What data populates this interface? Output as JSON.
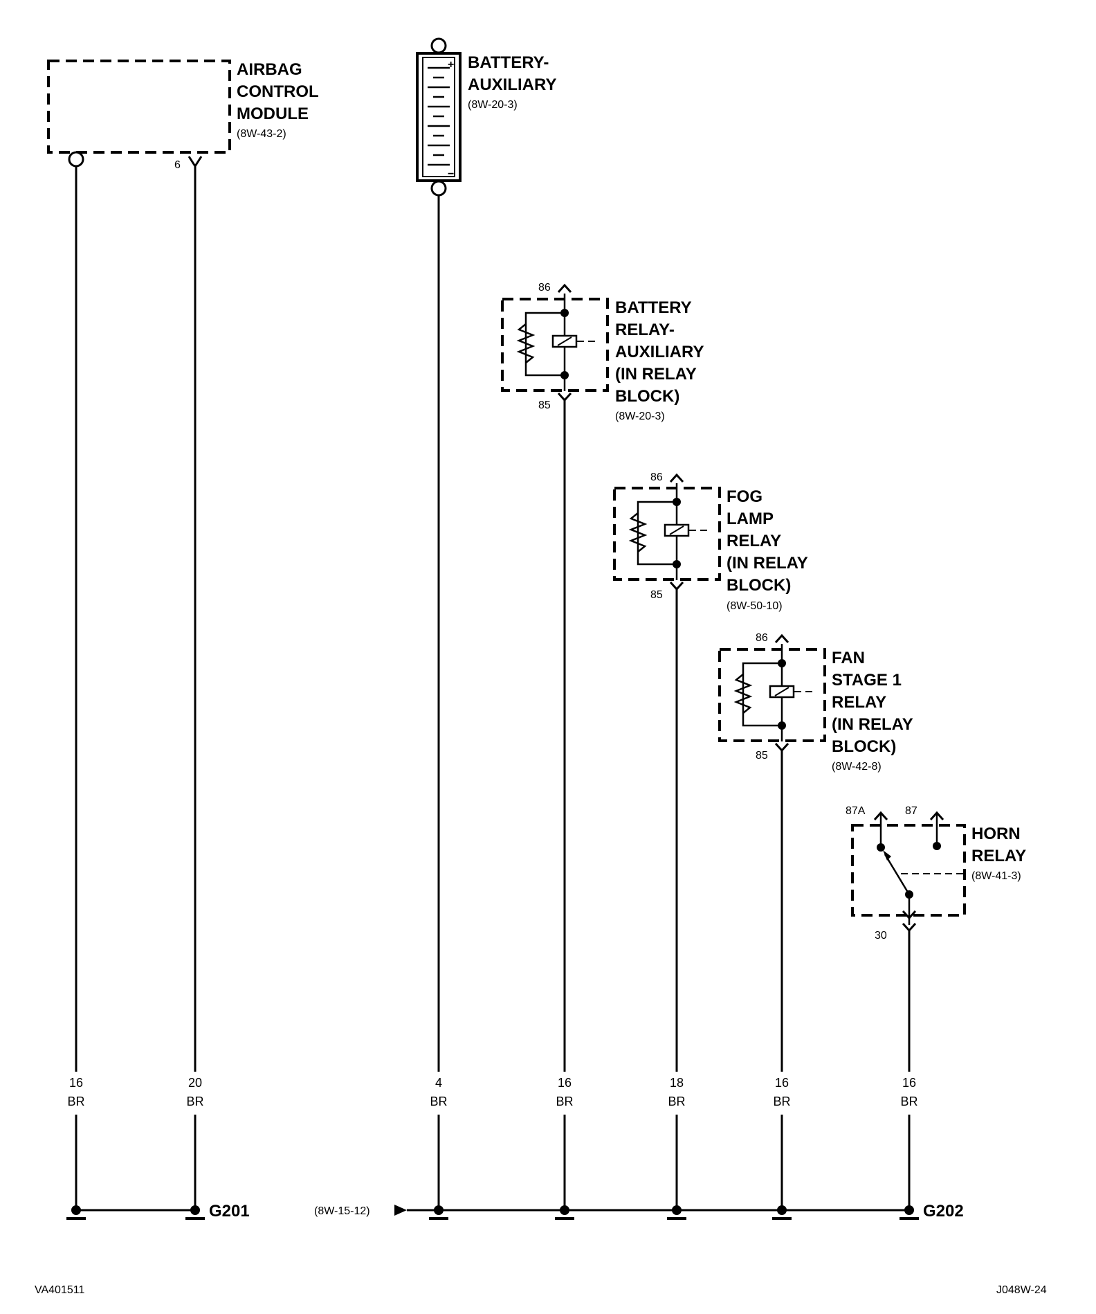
{
  "components": {
    "airbag": {
      "line1": "AIRBAG",
      "line2": "CONTROL",
      "line3": "MODULE",
      "ref": "(8W-43-2)",
      "pin": "6"
    },
    "battery_aux": {
      "line1": "BATTERY-",
      "line2": "AUXILIARY",
      "ref": "(8W-20-3)",
      "plus": "+",
      "minus": "−"
    },
    "battery_relay": {
      "line1": "BATTERY",
      "line2": "RELAY-",
      "line3": "AUXILIARY",
      "line4": "(IN RELAY",
      "line5": "BLOCK)",
      "ref": "(8W-20-3)",
      "pin_top": "86",
      "pin_bottom": "85"
    },
    "fog_relay": {
      "line1": "FOG",
      "line2": "LAMP",
      "line3": "RELAY",
      "line4": "(IN RELAY",
      "line5": "BLOCK)",
      "ref": "(8W-50-10)",
      "pin_top": "86",
      "pin_bottom": "85"
    },
    "fan_relay": {
      "line1": "FAN",
      "line2": "STAGE 1",
      "line3": "RELAY",
      "line4": "(IN RELAY",
      "line5": "BLOCK)",
      "ref": "(8W-42-8)",
      "pin_top": "86",
      "pin_bottom": "85"
    },
    "horn_relay": {
      "line1": "HORN",
      "line2": "RELAY",
      "ref": "(8W-41-3)",
      "pin_87a": "87A",
      "pin_87": "87",
      "pin_30": "30"
    }
  },
  "wires": [
    {
      "gauge": "16",
      "color": "BR"
    },
    {
      "gauge": "20",
      "color": "BR"
    },
    {
      "gauge": "4",
      "color": "BR"
    },
    {
      "gauge": "16",
      "color": "BR"
    },
    {
      "gauge": "18",
      "color": "BR"
    },
    {
      "gauge": "16",
      "color": "BR"
    },
    {
      "gauge": "16",
      "color": "BR"
    }
  ],
  "grounds": {
    "g201": "G201",
    "g202": "G202",
    "ref_in": "(8W-15-12)"
  },
  "footer": {
    "left": "VA401511",
    "right": "J048W-24"
  }
}
